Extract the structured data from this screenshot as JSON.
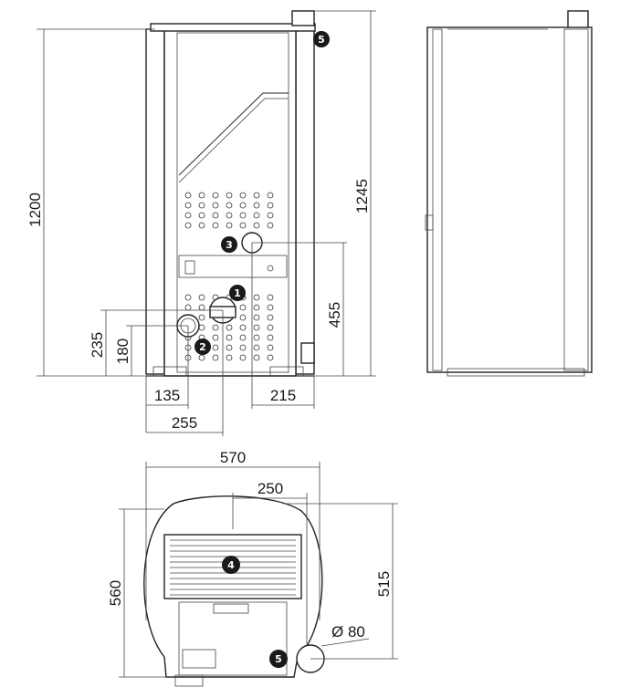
{
  "dimensions": {
    "height_1200": "1200",
    "height_1245": "1245",
    "height_455": "455",
    "height_235": "235",
    "height_180": "180",
    "width_135": "135",
    "width_215": "215",
    "width_255": "255",
    "width_570": "570",
    "width_250": "250",
    "depth_560": "560",
    "depth_515": "515",
    "diameter_80": "Ø 80"
  },
  "markers": [
    "1",
    "2",
    "3",
    "4",
    "5",
    "5"
  ],
  "colors": {
    "line": "#222222",
    "marker_fill": "#1a1a1a",
    "background": "#ffffff"
  }
}
